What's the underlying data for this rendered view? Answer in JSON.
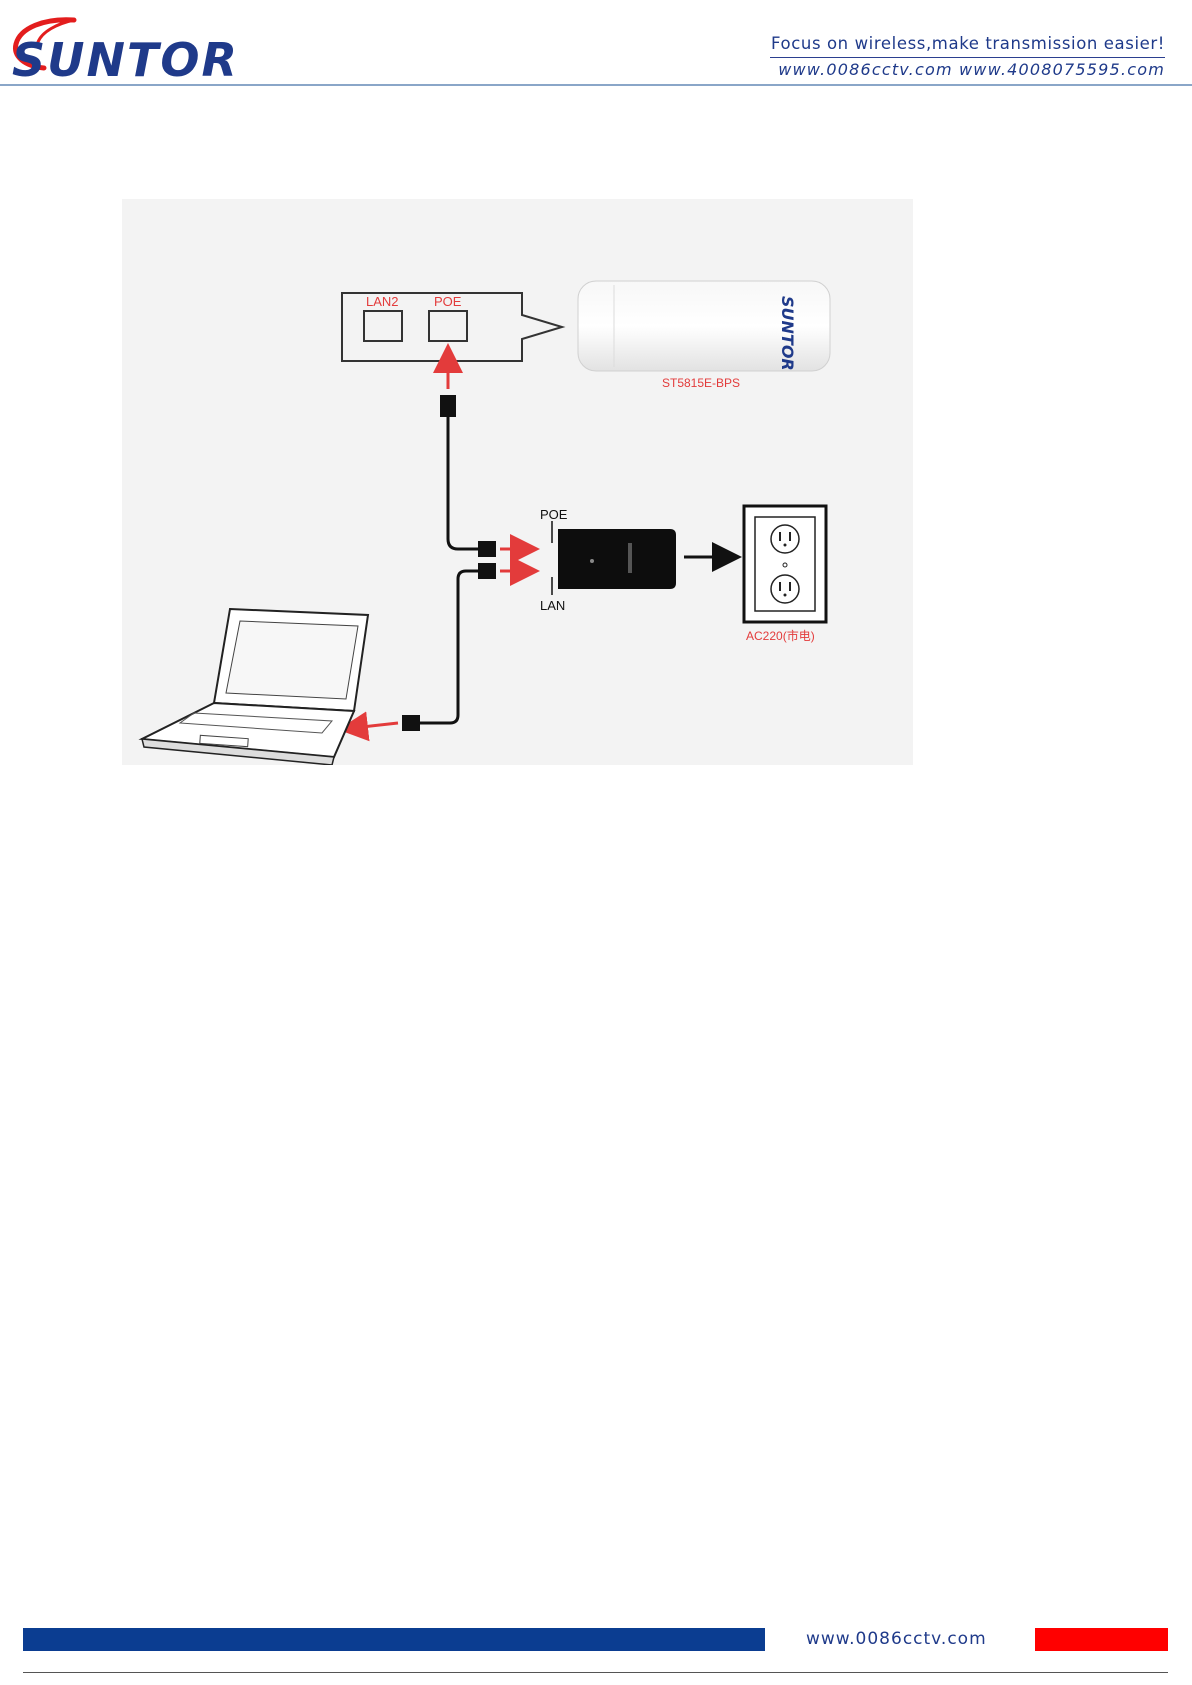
{
  "header": {
    "logo_text": "SUNTOR",
    "slogan": "Focus on wireless,make transmission easier!",
    "websites": "www.0086cctv.com  www.4008075595.com"
  },
  "diagram": {
    "callout_port_1": "LAN2",
    "callout_port_2": "POE",
    "device_logo": "SUNTOR",
    "device_model": "ST5815E-BPS",
    "injector_port_top": "POE",
    "injector_port_bottom": "LAN",
    "power_outlet_label": "AC220(市电)"
  },
  "footer": {
    "url": "www.0086cctv.com"
  },
  "colors": {
    "brand_blue": "#0b3d91",
    "brand_red": "#ff0000",
    "diagram_red": "#e33b3b"
  }
}
